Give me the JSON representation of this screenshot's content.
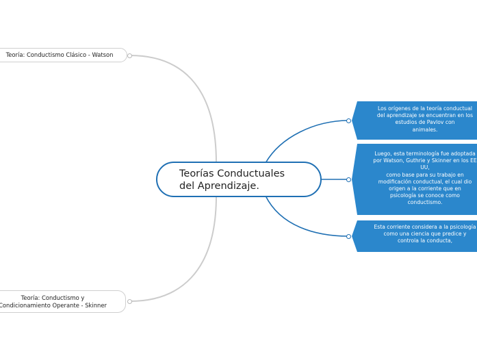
{
  "central": {
    "title": "Teorías Conductuales\ndel Aprendizaje."
  },
  "left_nodes": [
    {
      "label": "Teoría: Conductismo Clásico - Watson"
    },
    {
      "label": "Teoría: Conductismo y\nCondicionamiento Operante - Skinner"
    }
  ],
  "right_nodes": [
    {
      "text": "Los orígenes de la teoría conductual\ndel aprendizaje se encuentran en los\nestudios de Pavlov con\nanimales."
    },
    {
      "text": "Luego, esta terminología fue adoptada\npor Watson, Guthrie y Skinner en los EE\nUU,\ncomo base para su trabajo en\nmodificación conductual, el cual dio\norigen a la corriente que en\npsicología se conoce como\nconductismo."
    },
    {
      "text": "Esta corriente considera a la psicología\ncomo una ciencia que predice y\ncontrola la conducta,"
    }
  ],
  "colors": {
    "central_border": "#1e6fb3",
    "right_fill": "#2b87cc",
    "left_link": "#cccccc",
    "right_link": "#1e6fb3"
  }
}
